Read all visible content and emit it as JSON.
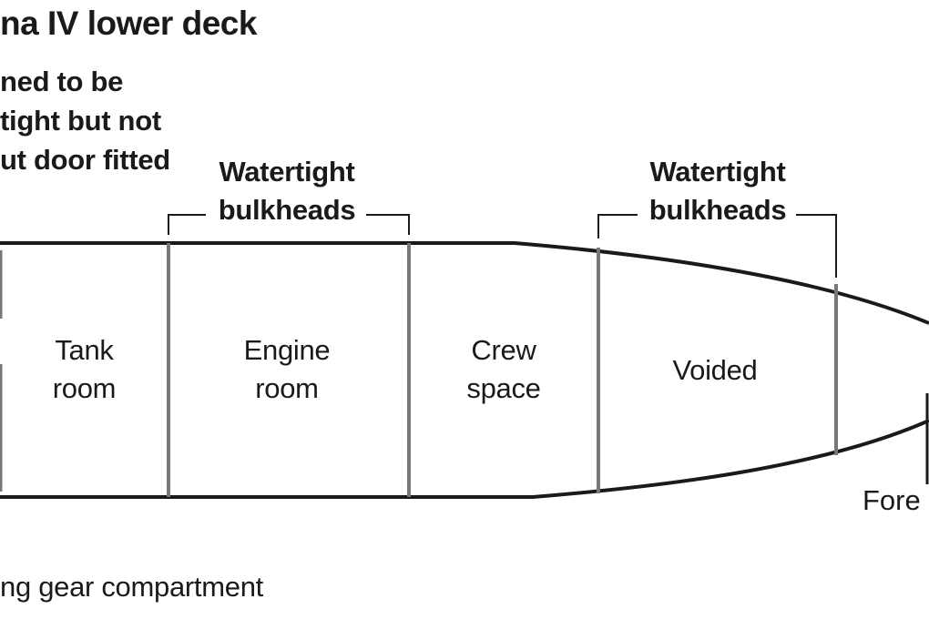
{
  "title": "na IV lower deck",
  "note": {
    "lines": [
      "ned to be",
      "tight but not",
      "ut door fitted"
    ]
  },
  "brackets": [
    {
      "line1": "Watertight",
      "line2": "bulkheads"
    },
    {
      "line1": "Watertight",
      "line2": "bulkheads"
    }
  ],
  "compartments": [
    {
      "line1": "Tank",
      "line2": "room"
    },
    {
      "line1": "Engine",
      "line2": "room"
    },
    {
      "line1": "Crew",
      "line2": "space"
    },
    {
      "line1": "Voided",
      "line2": ""
    }
  ],
  "fore_label": "Fore",
  "bottom_caption": "ng gear compartment",
  "colors": {
    "hull": "#1a1a1a",
    "bulkhead": "#777777",
    "text": "#1a1a1a"
  }
}
